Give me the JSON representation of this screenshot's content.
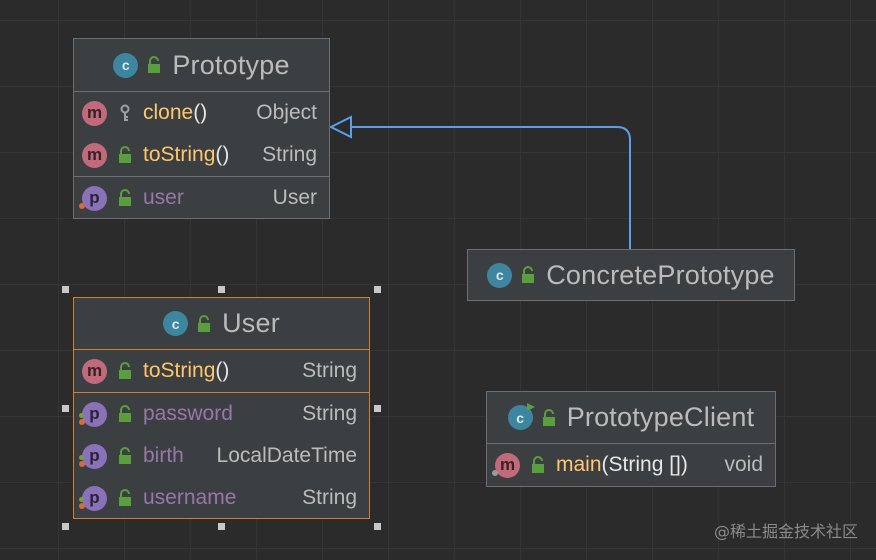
{
  "diagram": {
    "classes": {
      "prototype": {
        "title": "Prototype",
        "methods": [
          {
            "name": "clone",
            "paren": "()",
            "type": "Object",
            "visibility": "protected"
          },
          {
            "name": "toString",
            "paren": "()",
            "type": "String",
            "visibility": "public"
          }
        ],
        "properties": [
          {
            "name": "user",
            "type": "User",
            "visibility": "public"
          }
        ]
      },
      "concrete": {
        "title": "ConcretePrototype"
      },
      "user": {
        "title": "User",
        "methods": [
          {
            "name": "toString",
            "paren": "()",
            "type": "String",
            "visibility": "public"
          }
        ],
        "properties": [
          {
            "name": "password",
            "type": "String",
            "visibility": "public"
          },
          {
            "name": "birth",
            "type": "LocalDateTime",
            "visibility": "public"
          },
          {
            "name": "username",
            "type": "String",
            "visibility": "public"
          }
        ]
      },
      "client": {
        "title": "PrototypeClient",
        "methods": [
          {
            "name": "main",
            "paren": "(String [])",
            "type": "void",
            "visibility": "public"
          }
        ]
      }
    },
    "relations": [
      {
        "from": "ConcretePrototype",
        "to": "Prototype",
        "kind": "generalization"
      }
    ],
    "icons": {
      "class": "class-c-icon",
      "method": "method-m-icon",
      "property": "property-p-icon",
      "public": "unlock-icon",
      "protected": "key-icon"
    },
    "colors": {
      "background": "#2b2b2b",
      "node_fill": "#3c3f41",
      "node_border": "#6c6e70",
      "selected_border": "#d47f2e",
      "arrow": "#5c9ee8",
      "method_name": "#ffc66d",
      "property_name": "#9876aa",
      "void_type": "#cc7832"
    }
  },
  "watermark": "@稀土掘金技术社区"
}
